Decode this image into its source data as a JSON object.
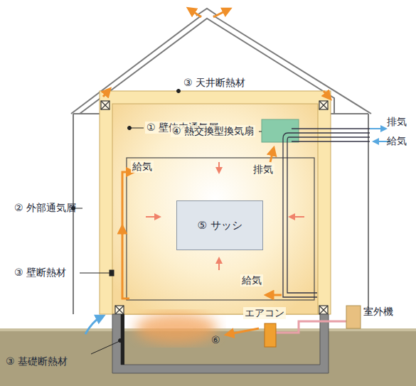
{
  "diagram": {
    "nodes": [
      {
        "text": [
          "⑤ サッシ"
        ]
      }
    ],
    "edges": [],
    "labels": [
      "① 壁体内通気層",
      "② 外部通気層",
      "③ 壁断熱材",
      "③ 基礎断熱材",
      "③ 天井断熱材",
      "④ 熱交換型換気扇",
      "給気",
      "排気",
      "排気",
      "給気",
      "給気",
      "エアコン",
      "室外機",
      "⑥"
    ]
  }
}
